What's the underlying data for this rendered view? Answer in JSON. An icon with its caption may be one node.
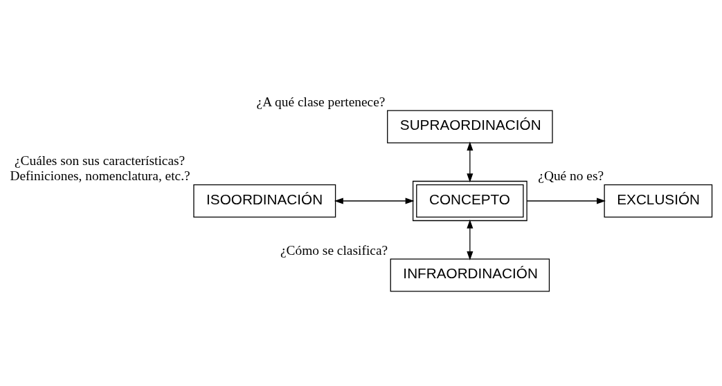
{
  "diagram": {
    "nodes": [
      {
        "text": [
          "SUPRAORDINACIÓN"
        ],
        "beside": [
          "¿A qué clase pertenece?"
        ]
      },
      {
        "text": [
          "ISOORDINACIÓN"
        ],
        "beside": [
          "¿Cuáles son sus características? Definiciones, nomenclatura, etc.?"
        ]
      },
      {
        "text": [
          "CONCEPTO"
        ]
      },
      {
        "text": [
          "EXCLUSIÓN"
        ],
        "beside": [
          "¿Qué no es?"
        ]
      },
      {
        "text": [
          "INFRAORDINACIÓN"
        ],
        "beside": [
          "¿Cómo se clasifica?"
        ]
      }
    ],
    "edges": [
      {
        "from": 0,
        "to": 2,
        "arrow": "both"
      },
      {
        "from": 1,
        "to": 2,
        "arrow": "both"
      },
      {
        "from": 2,
        "to": 3,
        "arrow": "to"
      },
      {
        "from": 2,
        "to": 4,
        "arrow": "both"
      }
    ]
  }
}
